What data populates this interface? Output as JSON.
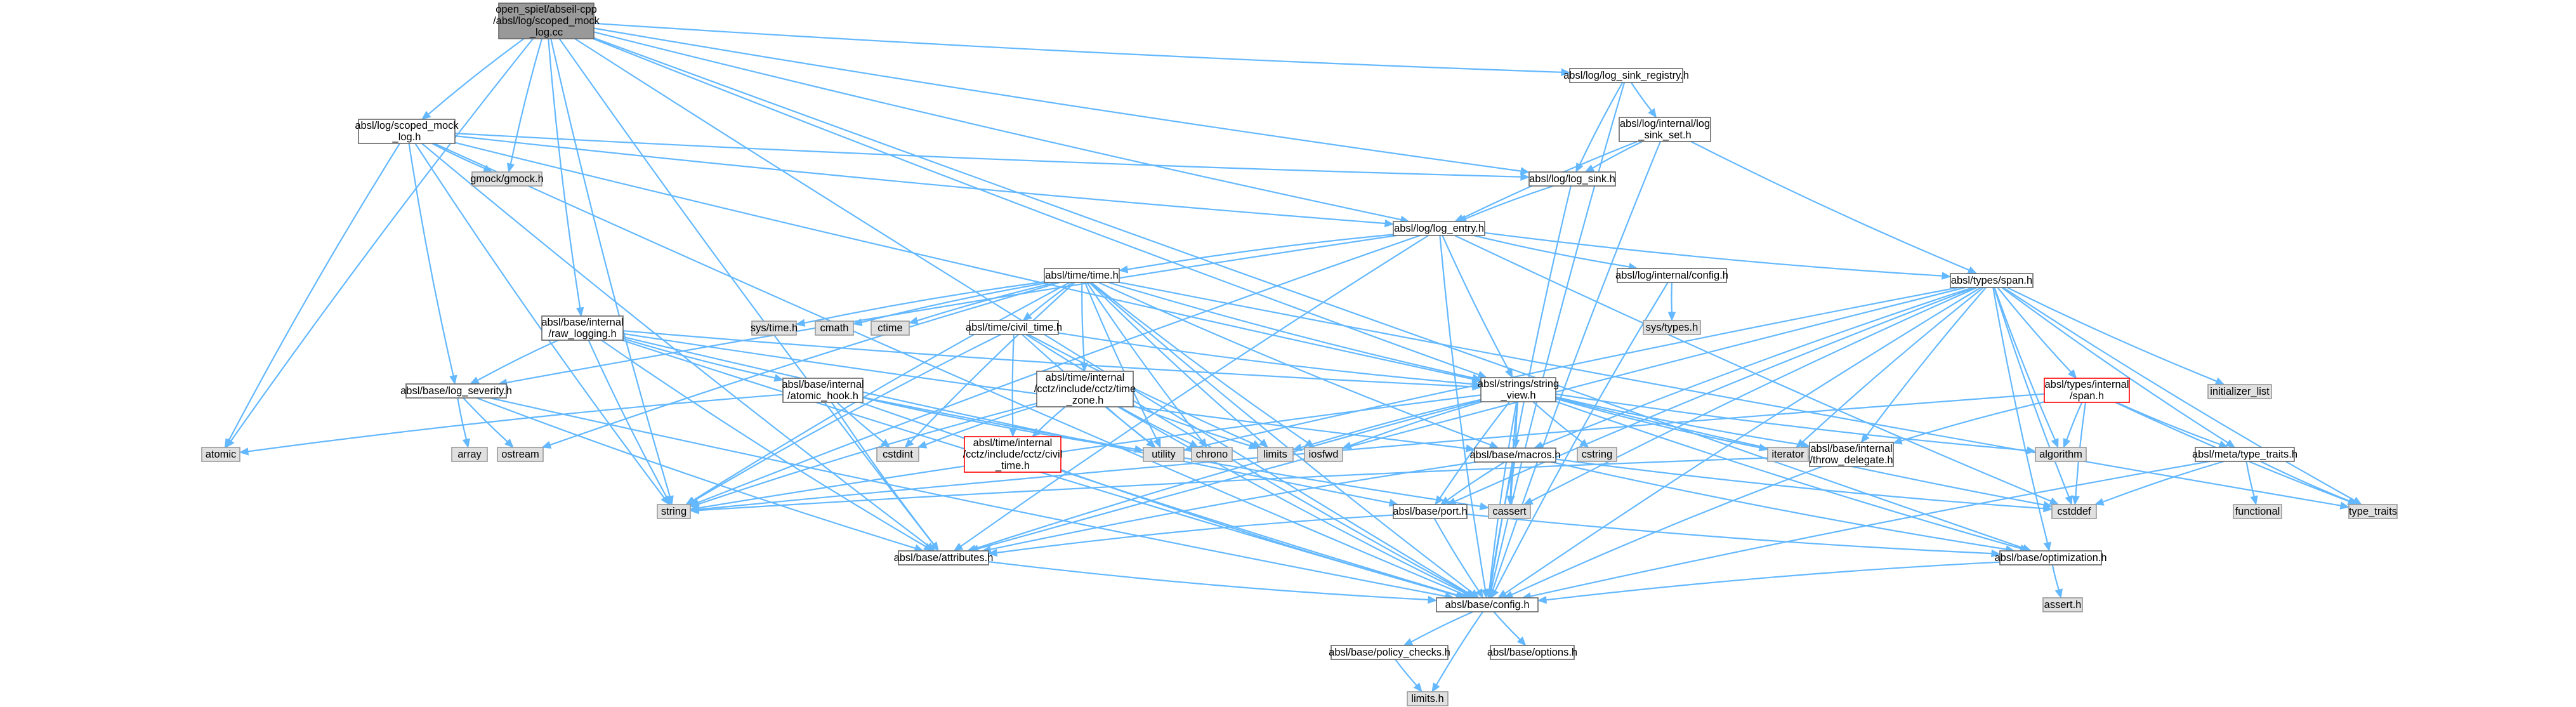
{
  "graph": {
    "nodes": [
      {
        "id": "n_root",
        "kind": "header",
        "lines": [
          "open_spiel/abseil-cpp",
          "/absl/log/scoped_mock",
          "_log.cc"
        ]
      },
      {
        "id": "n_scoped_mock_log_h",
        "kind": "file",
        "lines": [
          "absl/log/scoped_mock",
          "_log.h"
        ]
      },
      {
        "id": "n_gmock",
        "kind": "system",
        "lines": [
          "gmock/gmock.h"
        ]
      },
      {
        "id": "n_log_sink_registry",
        "kind": "file",
        "lines": [
          "absl/log/log_sink_registry.h"
        ]
      },
      {
        "id": "n_log_sink_set",
        "kind": "file",
        "lines": [
          "absl/log/internal/log",
          "_sink_set.h"
        ]
      },
      {
        "id": "n_log_sink",
        "kind": "file",
        "lines": [
          "absl/log/log_sink.h"
        ]
      },
      {
        "id": "n_log_entry",
        "kind": "file",
        "lines": [
          "absl/log/log_entry.h"
        ]
      },
      {
        "id": "n_time",
        "kind": "file",
        "lines": [
          "absl/time/time.h"
        ]
      },
      {
        "id": "n_log_config",
        "kind": "file",
        "lines": [
          "absl/log/internal/config.h"
        ]
      },
      {
        "id": "n_sys_types",
        "kind": "system",
        "lines": [
          "sys/types.h"
        ]
      },
      {
        "id": "n_span",
        "kind": "file",
        "lines": [
          "absl/types/span.h"
        ]
      },
      {
        "id": "n_initializer_list",
        "kind": "system",
        "lines": [
          "initializer_list"
        ]
      },
      {
        "id": "n_raw_logging",
        "kind": "file",
        "lines": [
          "absl/base/internal",
          "/raw_logging.h"
        ]
      },
      {
        "id": "n_sys_time",
        "kind": "system",
        "lines": [
          "sys/time.h"
        ]
      },
      {
        "id": "n_cmath",
        "kind": "system",
        "lines": [
          "cmath"
        ]
      },
      {
        "id": "n_ctime",
        "kind": "system",
        "lines": [
          "ctime"
        ]
      },
      {
        "id": "n_civil_time",
        "kind": "file",
        "lines": [
          "absl/time/civil_time.h"
        ]
      },
      {
        "id": "n_log_severity",
        "kind": "file",
        "lines": [
          "absl/base/log_severity.h"
        ]
      },
      {
        "id": "n_atomic_hook",
        "kind": "file",
        "lines": [
          "absl/base/internal",
          "/atomic_hook.h"
        ]
      },
      {
        "id": "n_time_zone",
        "kind": "file",
        "lines": [
          "absl/time/internal",
          "/cctz/include/cctz/time",
          "_zone.h"
        ]
      },
      {
        "id": "n_string_view",
        "kind": "file",
        "lines": [
          "absl/strings/string",
          "_view.h"
        ]
      },
      {
        "id": "n_internal_span",
        "kind": "missing",
        "lines": [
          "absl/types/internal",
          "/span.h"
        ]
      },
      {
        "id": "n_atomic",
        "kind": "system",
        "lines": [
          "atomic"
        ]
      },
      {
        "id": "n_array",
        "kind": "system",
        "lines": [
          "array"
        ]
      },
      {
        "id": "n_ostream",
        "kind": "system",
        "lines": [
          "ostream"
        ]
      },
      {
        "id": "n_cstdint",
        "kind": "system",
        "lines": [
          "cstdint"
        ]
      },
      {
        "id": "n_civil_time_detail",
        "kind": "missing",
        "lines": [
          "absl/time/internal",
          "/cctz/include/cctz/civil",
          "_time.h"
        ]
      },
      {
        "id": "n_utility",
        "kind": "system",
        "lines": [
          "utility"
        ]
      },
      {
        "id": "n_chrono",
        "kind": "system",
        "lines": [
          "chrono"
        ]
      },
      {
        "id": "n_limits",
        "kind": "system",
        "lines": [
          "limits"
        ]
      },
      {
        "id": "n_iosfwd",
        "kind": "system",
        "lines": [
          "iosfwd"
        ]
      },
      {
        "id": "n_cstring",
        "kind": "system",
        "lines": [
          "cstring"
        ]
      },
      {
        "id": "n_iterator",
        "kind": "system",
        "lines": [
          "iterator"
        ]
      },
      {
        "id": "n_algorithm",
        "kind": "system",
        "lines": [
          "algorithm"
        ]
      },
      {
        "id": "n_throw_delegate",
        "kind": "file",
        "lines": [
          "absl/base/internal",
          "/throw_delegate.h"
        ]
      },
      {
        "id": "n_type_traits_h",
        "kind": "file",
        "lines": [
          "absl/meta/type_traits.h"
        ]
      },
      {
        "id": "n_macros",
        "kind": "file",
        "lines": [
          "absl/base/macros.h"
        ]
      },
      {
        "id": "n_functional",
        "kind": "system",
        "lines": [
          "functional"
        ]
      },
      {
        "id": "n_string",
        "kind": "system",
        "lines": [
          "string"
        ]
      },
      {
        "id": "n_cassert",
        "kind": "system",
        "lines": [
          "cassert"
        ]
      },
      {
        "id": "n_cstddef",
        "kind": "system",
        "lines": [
          "cstddef"
        ]
      },
      {
        "id": "n_type_traits",
        "kind": "system",
        "lines": [
          "type_traits"
        ]
      },
      {
        "id": "n_port",
        "kind": "file",
        "lines": [
          "absl/base/port.h"
        ]
      },
      {
        "id": "n_attributes",
        "kind": "file",
        "lines": [
          "absl/base/attributes.h"
        ]
      },
      {
        "id": "n_optimization",
        "kind": "file",
        "lines": [
          "absl/base/optimization.h"
        ]
      },
      {
        "id": "n_assert",
        "kind": "system",
        "lines": [
          "assert.h"
        ]
      },
      {
        "id": "n_config",
        "kind": "file",
        "lines": [
          "absl/base/config.h"
        ]
      },
      {
        "id": "n_policy_checks",
        "kind": "file",
        "lines": [
          "absl/base/policy_checks.h"
        ]
      },
      {
        "id": "n_options",
        "kind": "file",
        "lines": [
          "absl/base/options.h"
        ]
      },
      {
        "id": "n_limits_h",
        "kind": "system",
        "lines": [
          "limits.h"
        ]
      }
    ],
    "edges": [
      [
        "n_root",
        "n_scoped_mock_log_h"
      ],
      [
        "n_root",
        "n_gmock"
      ],
      [
        "n_root",
        "n_log_sink_registry"
      ],
      [
        "n_root",
        "n_log_sink"
      ],
      [
        "n_root",
        "n_log_entry"
      ],
      [
        "n_root",
        "n_raw_logging"
      ],
      [
        "n_root",
        "n_atomic"
      ],
      [
        "n_root",
        "n_string"
      ],
      [
        "n_root",
        "n_string_view"
      ],
      [
        "n_root",
        "n_config"
      ],
      [
        "n_root",
        "n_attributes"
      ],
      [
        "n_root",
        "n_optimization"
      ],
      [
        "n_scoped_mock_log_h",
        "n_gmock"
      ],
      [
        "n_scoped_mock_log_h",
        "n_log_sink"
      ],
      [
        "n_scoped_mock_log_h",
        "n_log_entry"
      ],
      [
        "n_scoped_mock_log_h",
        "n_log_severity"
      ],
      [
        "n_scoped_mock_log_h",
        "n_atomic"
      ],
      [
        "n_scoped_mock_log_h",
        "n_string"
      ],
      [
        "n_scoped_mock_log_h",
        "n_config"
      ],
      [
        "n_scoped_mock_log_h",
        "n_attributes"
      ],
      [
        "n_scoped_mock_log_h",
        "n_string_view"
      ],
      [
        "n_log_sink_registry",
        "n_log_sink_set"
      ],
      [
        "n_log_sink_registry",
        "n_log_sink"
      ],
      [
        "n_log_sink_registry",
        "n_config"
      ],
      [
        "n_log_sink_set",
        "n_log_sink"
      ],
      [
        "n_log_sink_set",
        "n_log_entry"
      ],
      [
        "n_log_sink_set",
        "n_span"
      ],
      [
        "n_log_sink_set",
        "n_config"
      ],
      [
        "n_log_sink",
        "n_log_entry"
      ],
      [
        "n_log_sink",
        "n_config"
      ],
      [
        "n_log_entry",
        "n_time"
      ],
      [
        "n_log_entry",
        "n_log_config"
      ],
      [
        "n_log_entry",
        "n_span"
      ],
      [
        "n_log_entry",
        "n_string_view"
      ],
      [
        "n_log_entry",
        "n_log_severity"
      ],
      [
        "n_log_entry",
        "n_string"
      ],
      [
        "n_log_entry",
        "n_config"
      ],
      [
        "n_log_entry",
        "n_cstddef"
      ],
      [
        "n_log_entry",
        "n_attributes"
      ],
      [
        "n_log_config",
        "n_sys_types"
      ],
      [
        "n_log_config",
        "n_config"
      ],
      [
        "n_time",
        "n_sys_time"
      ],
      [
        "n_time",
        "n_cmath"
      ],
      [
        "n_time",
        "n_ctime"
      ],
      [
        "n_time",
        "n_civil_time"
      ],
      [
        "n_time",
        "n_time_zone"
      ],
      [
        "n_time",
        "n_string_view"
      ],
      [
        "n_time",
        "n_cstdint"
      ],
      [
        "n_time",
        "n_utility"
      ],
      [
        "n_time",
        "n_chrono"
      ],
      [
        "n_time",
        "n_limits"
      ],
      [
        "n_time",
        "n_iosfwd"
      ],
      [
        "n_time",
        "n_ostream"
      ],
      [
        "n_time",
        "n_string"
      ],
      [
        "n_time",
        "n_type_traits"
      ],
      [
        "n_time",
        "n_macros"
      ],
      [
        "n_time",
        "n_config"
      ],
      [
        "n_civil_time",
        "n_civil_time_detail"
      ],
      [
        "n_civil_time",
        "n_string_view"
      ],
      [
        "n_civil_time",
        "n_string"
      ],
      [
        "n_civil_time",
        "n_limits"
      ],
      [
        "n_civil_time",
        "n_config"
      ],
      [
        "n_civil_time",
        "n_utility"
      ],
      [
        "n_span",
        "n_initializer_list"
      ],
      [
        "n_span",
        "n_internal_span"
      ],
      [
        "n_span",
        "n_algorithm"
      ],
      [
        "n_span",
        "n_cassert"
      ],
      [
        "n_span",
        "n_cstddef"
      ],
      [
        "n_span",
        "n_iterator"
      ],
      [
        "n_span",
        "n_type_traits"
      ],
      [
        "n_span",
        "n_utility"
      ],
      [
        "n_span",
        "n_type_traits_h"
      ],
      [
        "n_span",
        "n_throw_delegate"
      ],
      [
        "n_span",
        "n_macros"
      ],
      [
        "n_span",
        "n_port"
      ],
      [
        "n_span",
        "n_attributes"
      ],
      [
        "n_span",
        "n_config"
      ],
      [
        "n_span",
        "n_optimization"
      ],
      [
        "n_internal_span",
        "n_algorithm"
      ],
      [
        "n_internal_span",
        "n_cstddef"
      ],
      [
        "n_internal_span",
        "n_string"
      ],
      [
        "n_internal_span",
        "n_type_traits"
      ],
      [
        "n_internal_span",
        "n_type_traits_h"
      ],
      [
        "n_internal_span",
        "n_throw_delegate"
      ],
      [
        "n_raw_logging",
        "n_atomic_hook"
      ],
      [
        "n_raw_logging",
        "n_log_severity"
      ],
      [
        "n_raw_logging",
        "n_string"
      ],
      [
        "n_raw_logging",
        "n_string_view"
      ],
      [
        "n_raw_logging",
        "n_macros"
      ],
      [
        "n_raw_logging",
        "n_port"
      ],
      [
        "n_raw_logging",
        "n_attributes"
      ],
      [
        "n_raw_logging",
        "n_config"
      ],
      [
        "n_log_severity",
        "n_array"
      ],
      [
        "n_log_severity",
        "n_ostream"
      ],
      [
        "n_log_severity",
        "n_attributes"
      ],
      [
        "n_log_severity",
        "n_config"
      ],
      [
        "n_atomic_hook",
        "n_atomic"
      ],
      [
        "n_atomic_hook",
        "n_cassert"
      ],
      [
        "n_atomic_hook",
        "n_cstdint"
      ],
      [
        "n_atomic_hook",
        "n_utility"
      ],
      [
        "n_atomic_hook",
        "n_attributes"
      ],
      [
        "n_atomic_hook",
        "n_config"
      ],
      [
        "n_time_zone",
        "n_chrono"
      ],
      [
        "n_time_zone",
        "n_cstdint"
      ],
      [
        "n_time_zone",
        "n_limits"
      ],
      [
        "n_time_zone",
        "n_ratio_placeholder"
      ],
      [
        "n_time_zone",
        "n_string"
      ],
      [
        "n_time_zone",
        "n_utility"
      ],
      [
        "n_time_zone",
        "n_civil_time_detail"
      ],
      [
        "n_time_zone",
        "n_config"
      ],
      [
        "n_civil_time_detail",
        "n_config"
      ],
      [
        "n_string_view",
        "n_algorithm"
      ],
      [
        "n_string_view",
        "n_cassert"
      ],
      [
        "n_string_view",
        "n_cstddef"
      ],
      [
        "n_string_view",
        "n_cstring"
      ],
      [
        "n_string_view",
        "n_iosfwd"
      ],
      [
        "n_string_view",
        "n_iterator"
      ],
      [
        "n_string_view",
        "n_limits"
      ],
      [
        "n_string_view",
        "n_string"
      ],
      [
        "n_string_view",
        "n_throw_delegate"
      ],
      [
        "n_string_view",
        "n_macros"
      ],
      [
        "n_string_view",
        "n_port"
      ],
      [
        "n_string_view",
        "n_attributes"
      ],
      [
        "n_string_view",
        "n_config"
      ],
      [
        "n_string_view",
        "n_optimization"
      ],
      [
        "n_throw_delegate",
        "n_string"
      ],
      [
        "n_throw_delegate",
        "n_config"
      ],
      [
        "n_type_traits_h",
        "n_cstddef"
      ],
      [
        "n_type_traits_h",
        "n_functional"
      ],
      [
        "n_type_traits_h",
        "n_type_traits"
      ],
      [
        "n_type_traits_h",
        "n_config"
      ],
      [
        "n_macros",
        "n_cassert"
      ],
      [
        "n_macros",
        "n_cstddef"
      ],
      [
        "n_macros",
        "n_attributes"
      ],
      [
        "n_macros",
        "n_config"
      ],
      [
        "n_macros",
        "n_optimization"
      ],
      [
        "n_macros",
        "n_port"
      ],
      [
        "n_port",
        "n_attributes"
      ],
      [
        "n_port",
        "n_config"
      ],
      [
        "n_port",
        "n_optimization"
      ],
      [
        "n_attributes",
        "n_config"
      ],
      [
        "n_optimization",
        "n_assert"
      ],
      [
        "n_optimization",
        "n_config"
      ],
      [
        "n_config",
        "n_limits_h"
      ],
      [
        "n_config",
        "n_options"
      ],
      [
        "n_config",
        "n_policy_checks"
      ],
      [
        "n_policy_checks",
        "n_limits_h"
      ]
    ]
  }
}
